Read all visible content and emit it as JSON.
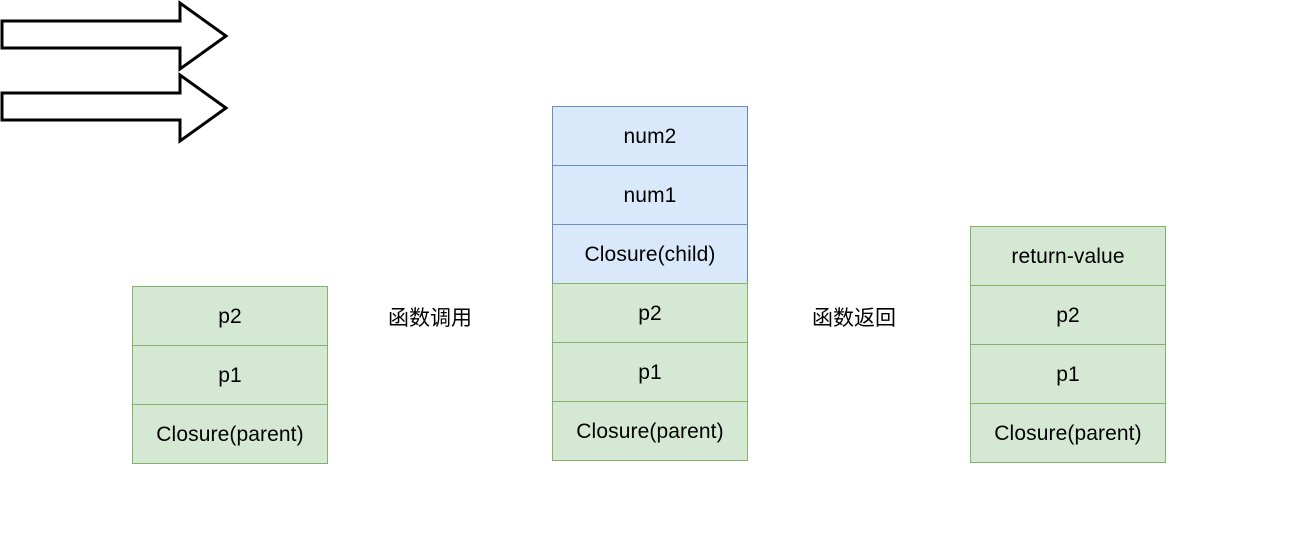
{
  "diagram": {
    "title_text": "",
    "colors": {
      "green_fill": "#d5e8d4",
      "green_stroke": "#82b366",
      "blue_fill": "#dae8fc",
      "blue_stroke": "#6c8ebf",
      "arrow_stroke": "#000000",
      "arrow_fill": "#ffffff",
      "background": "#ffffff",
      "text": "#000000"
    },
    "stacks": [
      {
        "id": "left",
        "name": "parent-scope-stack",
        "cells": [
          {
            "label": "p2",
            "color": "green"
          },
          {
            "label": "p1",
            "color": "green"
          },
          {
            "label": "Closure(parent)",
            "color": "green"
          }
        ]
      },
      {
        "id": "middle",
        "name": "child-call-stack",
        "cells": [
          {
            "label": "num2",
            "color": "blue"
          },
          {
            "label": "num1",
            "color": "blue"
          },
          {
            "label": "Closure(child)",
            "color": "blue"
          },
          {
            "label": "p2",
            "color": "green"
          },
          {
            "label": "p1",
            "color": "green"
          },
          {
            "label": "Closure(parent)",
            "color": "green"
          }
        ]
      },
      {
        "id": "right",
        "name": "after-return-stack",
        "cells": [
          {
            "label": "return-value",
            "color": "green"
          },
          {
            "label": "p2",
            "color": "green"
          },
          {
            "label": "p1",
            "color": "green"
          },
          {
            "label": "Closure(parent)",
            "color": "green"
          }
        ]
      }
    ],
    "arrows": [
      {
        "id": "call",
        "label": "函数调用"
      },
      {
        "id": "return",
        "label": "函数返回"
      }
    ]
  }
}
